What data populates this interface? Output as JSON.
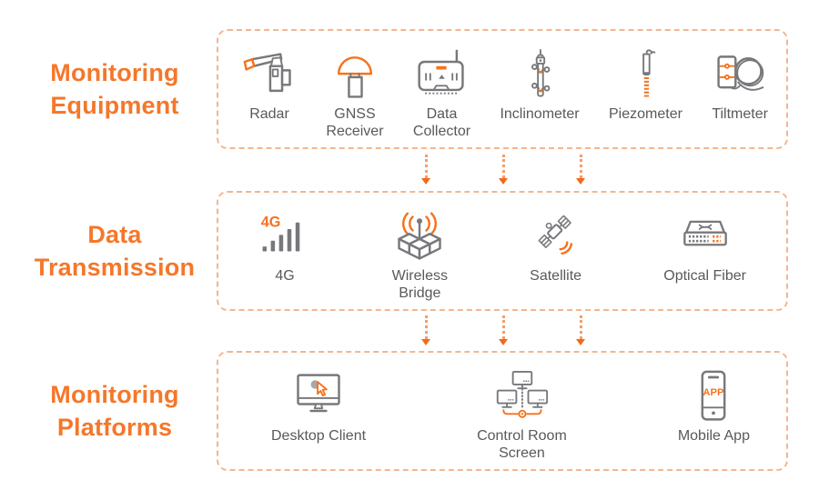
{
  "colors": {
    "title_orange": "#F5772A",
    "icon_orange": "#F4731F",
    "box_border_orange": "#F4B68E",
    "arrow_line_orange": "#F59E66",
    "arrow_head_orange": "#F2691D",
    "icon_gray": "#77787B",
    "label_gray": "#58595B",
    "background": "#FFFFFF"
  },
  "sections": [
    {
      "title": "Monitoring\nEquipment",
      "items": [
        {
          "label": "Radar",
          "icon": "radar-icon"
        },
        {
          "label": "GNSS\nReceiver",
          "icon": "gnss-receiver-icon"
        },
        {
          "label": "Data\nCollector",
          "icon": "data-collector-icon"
        },
        {
          "label": "Inclinometer",
          "icon": "inclinometer-icon"
        },
        {
          "label": "Piezometer",
          "icon": "piezometer-icon"
        },
        {
          "label": "Tiltmeter",
          "icon": "tiltmeter-icon"
        }
      ]
    },
    {
      "title": "Data\nTransmission",
      "items": [
        {
          "label": "4G",
          "icon": "4g-signal-icon"
        },
        {
          "label": "Wireless\nBridge",
          "icon": "wireless-bridge-icon"
        },
        {
          "label": "Satellite",
          "icon": "satellite-icon"
        },
        {
          "label": "Optical Fiber",
          "icon": "optical-fiber-icon"
        }
      ]
    },
    {
      "title": "Monitoring\nPlatforms",
      "items": [
        {
          "label": "Desktop Client",
          "icon": "desktop-client-icon"
        },
        {
          "label": "Control Room\nScreen",
          "icon": "control-room-screen-icon"
        },
        {
          "label": "Mobile App",
          "icon": "mobile-app-icon"
        }
      ]
    }
  ],
  "icon_badges": {
    "fourg": "4G",
    "app": "APP"
  }
}
